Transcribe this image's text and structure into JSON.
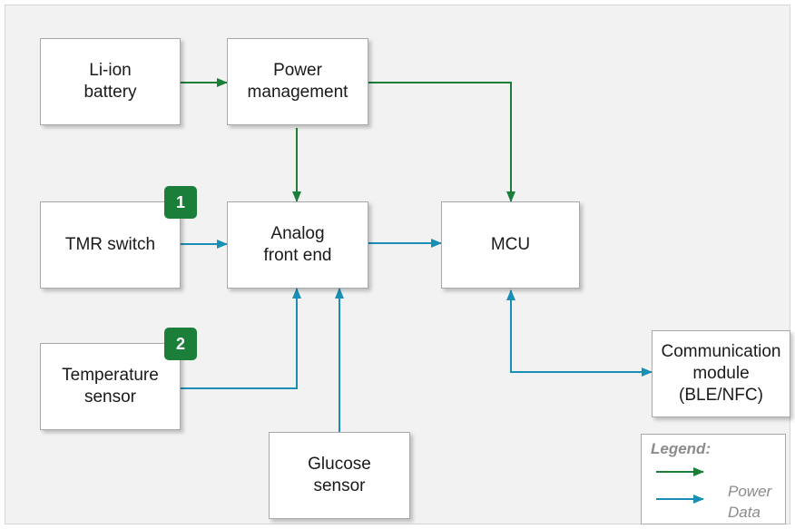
{
  "colors": {
    "power": "#1b7f3a",
    "data": "#1a8fb5",
    "badge": "#1b7f3a",
    "background": "#f2f2f2"
  },
  "blocks": {
    "battery": "Li-ion\nbattery",
    "power_management": "Power\nmanagement",
    "tmr_switch": "TMR switch",
    "analog_front_end": "Analog\nfront end",
    "mcu": "MCU",
    "temperature_sensor": "Temperature\nsensor",
    "glucose_sensor": "Glucose\nsensor",
    "communication_module": "Communication\nmodule\n(BLE/NFC)"
  },
  "badges": {
    "tmr": "1",
    "temperature": "2"
  },
  "legend": {
    "title": "Legend:",
    "power": "Power",
    "data": "Data"
  }
}
